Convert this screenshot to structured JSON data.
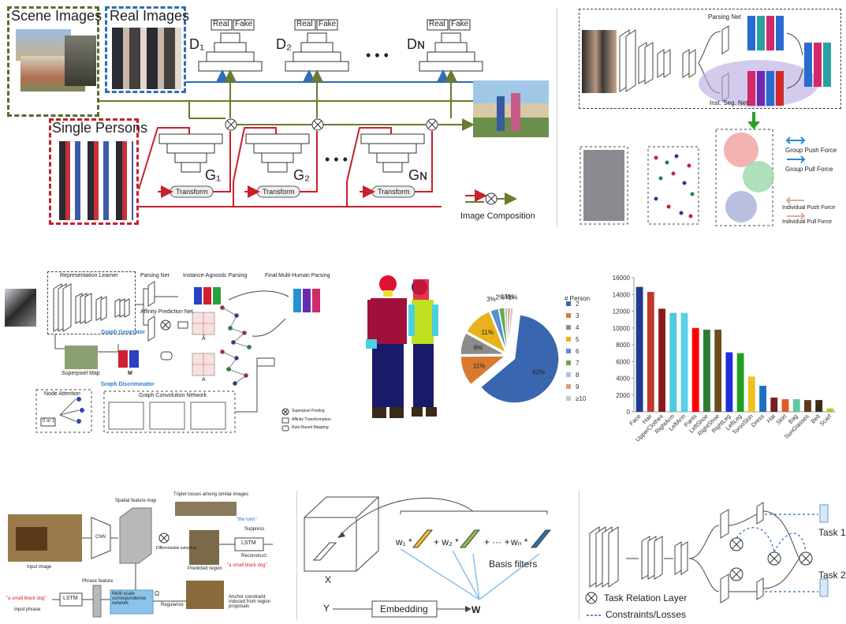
{
  "panel1": {
    "scene_images": "Scene Images",
    "real_images": "Real Images",
    "single_persons": "Single Persons",
    "real": "Real",
    "fake": "Fake",
    "d1": "D₁",
    "d2": "D₂",
    "dn": "Dɴ",
    "g1": "G₁",
    "g2": "G₂",
    "gn": "Gɴ",
    "dots": "• • •",
    "transform": "Transform",
    "image_composition": "Image Composition"
  },
  "panel2": {
    "parsing_net": "Parsing Net",
    "inst_seg_net": "Inst. Seg. Net",
    "group_push": "Group Push Force",
    "group_pull": "Group Pull Force",
    "individual_push": "Individual Push Force",
    "individual_pull": "Individual Pull Force"
  },
  "panel3": {
    "representation_learner": "Representation Learner",
    "parsing_net": "Parsing Net",
    "instance_agnostic": "Instance-Agnostic Parsing",
    "final_parsing": "Final Multi-Human Parsing",
    "affinity_net": "Affinity Prediction Net",
    "graph_generator": "Graph Generator",
    "superpixel_map": "Superpixel Map",
    "m": "M",
    "a_tilde": "Ã",
    "a": "A",
    "graph_discriminator": "Graph Discriminator",
    "node_attention": "Node Attention",
    "gcn": "Graph Convolution Network",
    "zero_or_one": "0 or 1",
    "superpixel_pooling": "Superpixel Pooling",
    "affinity_transformation": "Affinity Transformation",
    "rule_based_mapping": "Rule-Based Mapping"
  },
  "panel5": {
    "legend_title": "# Person"
  },
  "panel7": {
    "triplet": "Triplet losses among similar images",
    "spatial_map": "Spatial feature map",
    "input_image": "Input image",
    "cnn": "CNN",
    "diff_sampling": "Differentiable sampling",
    "predicted_region": "Predicted region",
    "lstm": "LSTM",
    "the_lunn": "\"the lunn\"",
    "suppress": "Suppress",
    "reconstruct": "Reconstruct",
    "small_black_dog_a": "\"a small black dog\"",
    "small_black_dog_b": "\"a small black dog\"",
    "phrase_feature": "Phrase feature",
    "input_phrase": "Input phrase",
    "msc_network": "Multi-scale correspondence network",
    "omega": "Ω",
    "regularize": "Regularize",
    "anchor": "Anchor constraint induced from region proposals"
  },
  "panel8": {
    "x": "X",
    "y": "Y",
    "embedding": "Embedding",
    "w": "W",
    "w1": "w₁ *",
    "w2": "+ w₂ *",
    "dots": "+ ··· +",
    "wn": "wₙ *",
    "basis": "Basis filters"
  },
  "panel9": {
    "task1": "Task 1",
    "task2": "Task 2",
    "relation_layer": "Task Relation Layer",
    "constraints": "Constraints/Losses"
  },
  "chart_data": [
    {
      "type": "pie",
      "legend_title": "# Person",
      "categories": [
        "2",
        "3",
        "4",
        "5",
        "6",
        "7",
        "8",
        "9",
        "≥10"
      ],
      "values": [
        62,
        11,
        8,
        11,
        3,
        2,
        1,
        1,
        1
      ],
      "value_labels": [
        "62%",
        "11%",
        "8%",
        "11%",
        "3%",
        "2%",
        "1%",
        "1%",
        "1%"
      ],
      "colors": [
        "#3a66b0",
        "#d97a30",
        "#8c8c8c",
        "#e8b21c",
        "#5a8fd0",
        "#6aa84f",
        "#a9c0e8",
        "#e0a070",
        "#c8c8c8"
      ],
      "legend_position": "right"
    },
    {
      "type": "bar",
      "categories": [
        "Face",
        "Hair",
        "UpperClothes",
        "RightArm",
        "LeftArm",
        "Pants",
        "LeftShoe",
        "RightShoe",
        "RightLeg",
        "LeftLeg",
        "TorsoSkin",
        "Dress",
        "Hat",
        "Skirt",
        "Bag",
        "SunGlasses",
        "Belt",
        "Scarf"
      ],
      "values": [
        14900,
        14300,
        12300,
        11800,
        11800,
        10000,
        9800,
        9800,
        7100,
        7000,
        4200,
        3100,
        1700,
        1500,
        1500,
        1400,
        1400,
        400
      ],
      "colors": [
        "#1f3a93",
        "#c0392b",
        "#8b1a1a",
        "#4ec9e0",
        "#5bd0e6",
        "#ff0000",
        "#2e7d32",
        "#6b4f1d",
        "#1d2fd8",
        "#20a020",
        "#f0c020",
        "#1e6fbf",
        "#7a1f1f",
        "#e05a2a",
        "#60c8a0",
        "#5c3a1a",
        "#3c2a14",
        "#b0c830"
      ],
      "ylim": [
        0,
        16000
      ],
      "yticks": [
        0,
        2000,
        4000,
        6000,
        8000,
        10000,
        12000,
        14000,
        16000
      ],
      "grid": false
    }
  ]
}
